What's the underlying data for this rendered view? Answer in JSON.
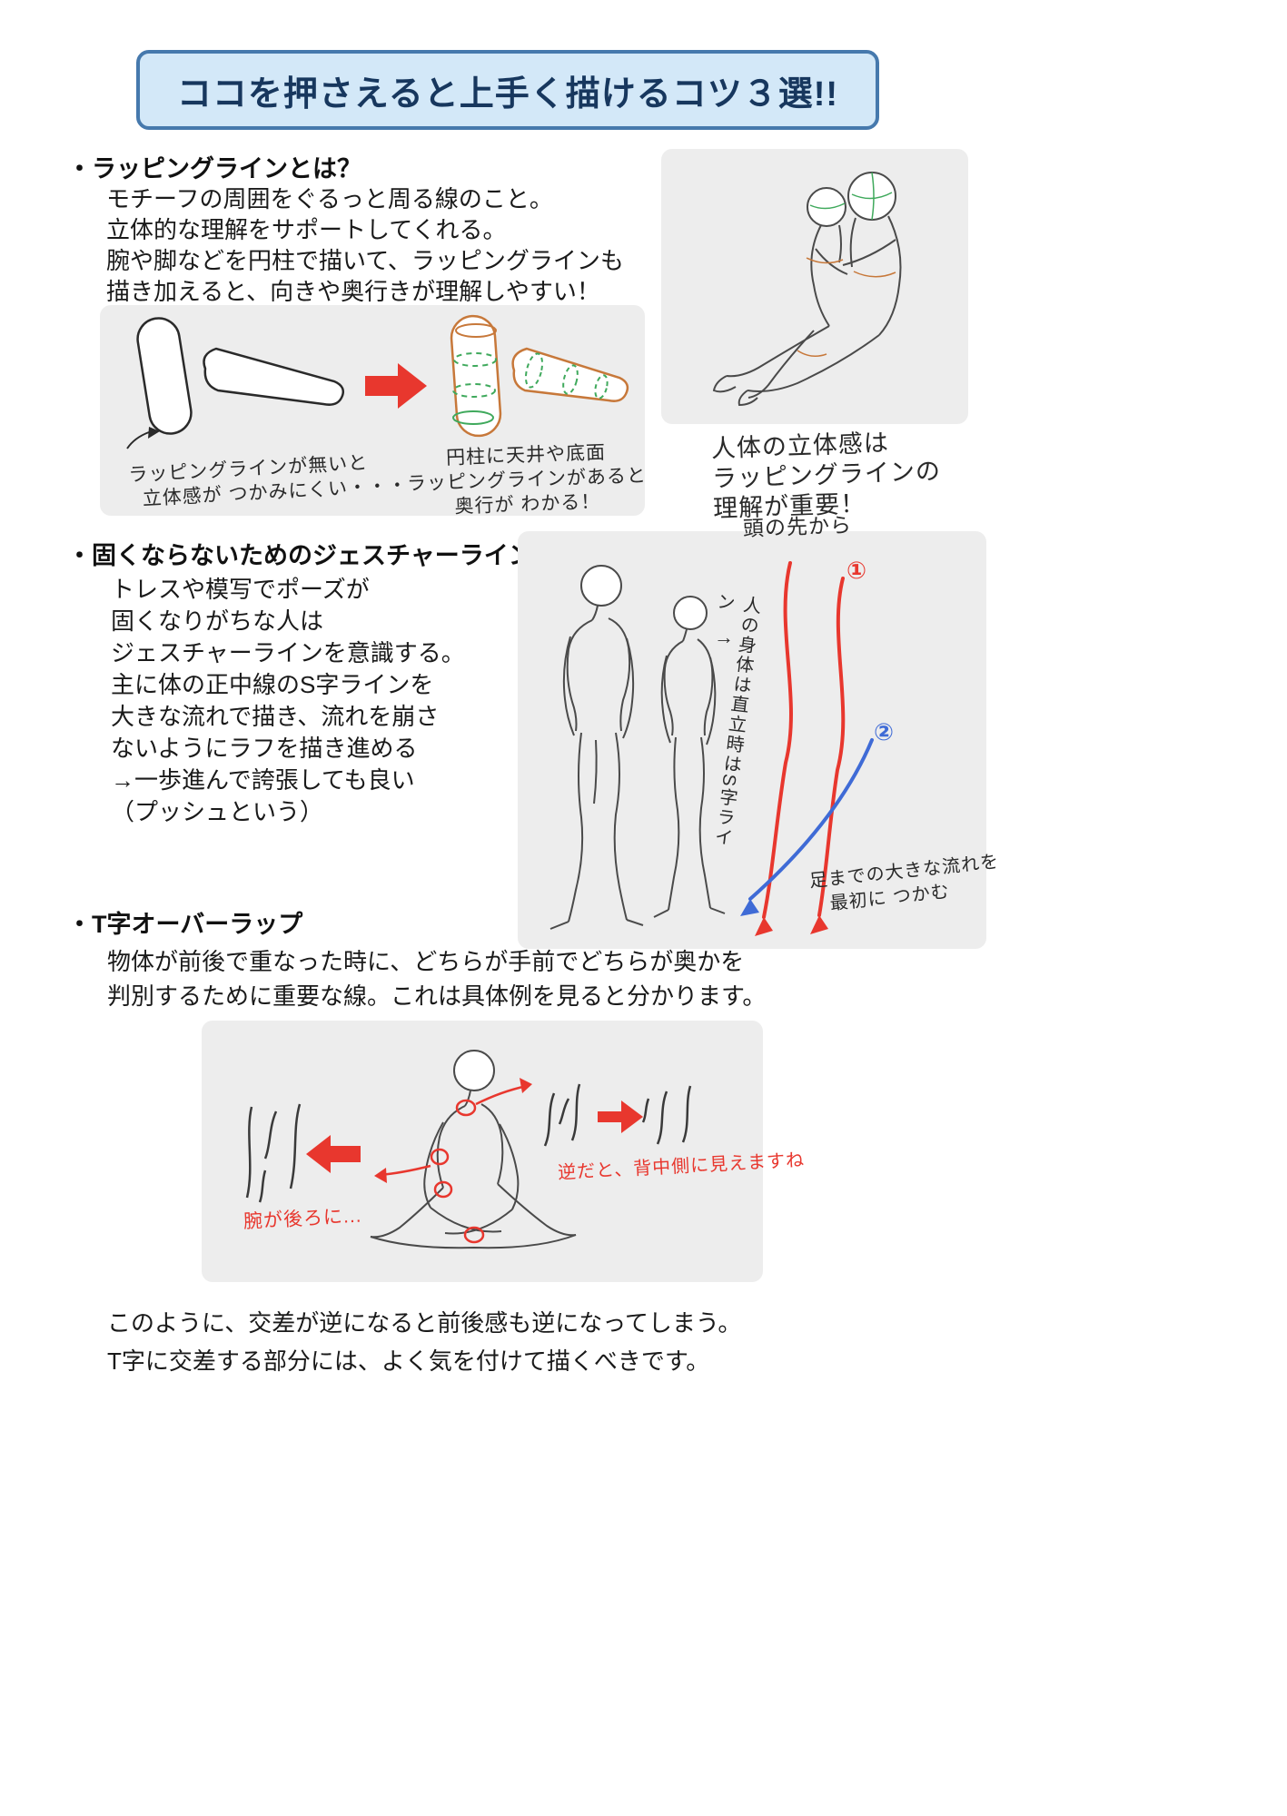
{
  "title": "ココを押さえると上手く描けるコツ３選!!",
  "wrapping": {
    "heading": "・ラッピングラインとは？",
    "body": [
      "モチーフの周囲をぐるっと周る線のこと。",
      "立体的な理解をサポートしてくれる。",
      "腕や脚などを円柱で描いて、ラッピングラインも",
      "描き加えると、向きや奥行きが理解しやすい！"
    ],
    "note_without": [
      "ラッピングラインが無いと",
      "立体感が つかみにくい・・・"
    ],
    "note_with": [
      "円柱に天井や底面",
      "ラッピングラインがあると",
      "奥行が わかる！"
    ],
    "note_body3d": [
      "人体の立体感は",
      "ラッピングラインの",
      "理解が重要！"
    ]
  },
  "gesture": {
    "heading": "・固くならないためのジェスチャーライン",
    "body": [
      "トレスや模写でポーズが",
      "固くなりがちな人は",
      "ジェスチャーラインを意識する。",
      "主に体の正中線のS字ラインを",
      "大きな流れで描き、流れを崩さ",
      "ないようにラフを描き進める",
      "→一歩進んで誇張しても良い",
      "（プッシュという）"
    ],
    "note_head_tip": "頭の先から",
    "note_vertical_arrow": "→",
    "note_vertical": "人の身体は直立時はS字ライン",
    "marker_1": "①",
    "marker_2": "②",
    "note_flow": [
      "足までの大きな流れを",
      "最初に つかむ"
    ]
  },
  "t_overlap": {
    "heading": "・T字オーバーラップ",
    "body": [
      "物体が前後で重なった時に、どちらが手前でどちらが奥かを",
      "判別するために重要な線。これは具体例を見ると分かります。"
    ],
    "note_arm_behind": "腕が後ろに...",
    "note_reversed": "逆だと、背中側に見えますね",
    "footer": [
      "このように、交差が逆になると前後感も逆になってしまう。",
      "T字に交差する部分には、よく気を付けて描くべきです。"
    ]
  },
  "colors": {
    "accent_red": "#e8372e",
    "accent_blue": "#3f6bd6",
    "wrap_green": "#3fa95c",
    "wrap_orange": "#c7783a",
    "title_border": "#4679ad",
    "title_bg": "#d3e8f8",
    "title_text": "#17375e",
    "panel_bg": "#ededed"
  }
}
